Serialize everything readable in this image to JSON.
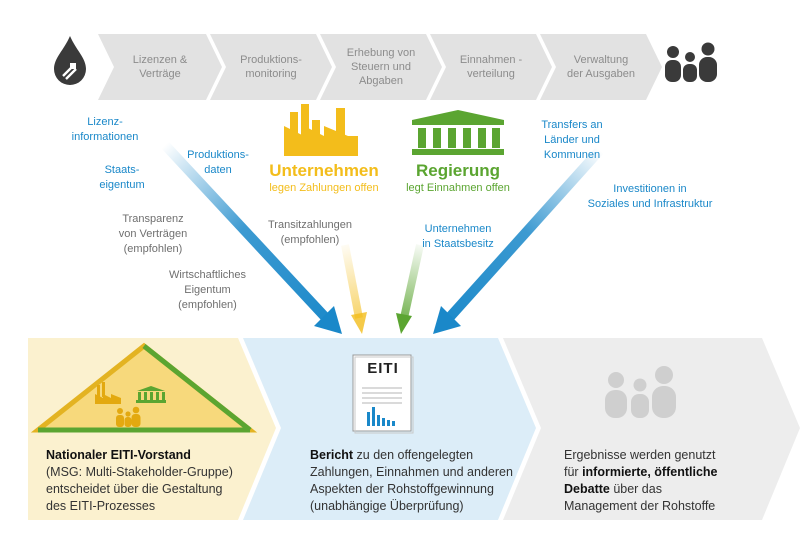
{
  "steps": [
    {
      "line1": "Lizenzen &",
      "line2": "Verträge"
    },
    {
      "line1": "Produktions-",
      "line2": "monitoring"
    },
    {
      "line1": "Erhebung von",
      "line2": "Steuern und",
      "line3": "Abgaben"
    },
    {
      "line1": "Einnahmen -",
      "line2": "verteilung"
    },
    {
      "line1": "Verwaltung",
      "line2": "der Ausgaben"
    }
  ],
  "left_labels": {
    "lizenz": [
      "Lizenz-",
      "informationen"
    ],
    "staat": [
      "Staats-",
      "eigentum"
    ],
    "produktion": [
      "Produktions-",
      "daten"
    ],
    "transparenz": [
      "Transparenz",
      "von Verträgen",
      "(empfohlen)"
    ],
    "wirtschaftlich": [
      "Wirtschaftliches",
      "Eigentum",
      "(empfohlen)"
    ]
  },
  "right_labels": {
    "transfers": [
      "Transfers an",
      "Länder und",
      "Kommunen"
    ],
    "investitionen": [
      "Investitionen in",
      "Soziales und Infrastruktur"
    ]
  },
  "center_labels": {
    "transit": [
      "Transitzahlungen",
      "(empfohlen)"
    ],
    "staatsbesitz": [
      "Unternehmen",
      "in Staatsbesitz"
    ]
  },
  "unternehmen": {
    "title": "Unternehmen",
    "subtitle": "legen Zahlungen offen"
  },
  "regierung": {
    "title": "Regierung",
    "subtitle": "legt Einnahmen offen"
  },
  "eiti_logo": "EITI",
  "panel1": {
    "bold": "Nationaler EITI-Vorstand",
    "line2": "(MSG: Multi-Stakeholder-Gruppe)",
    "line3": "entscheidet über die Gestaltung",
    "line4": "des EITI-Prozesses"
  },
  "panel2": {
    "bold": "Bericht",
    "line1_rest": " zu den offengelegten",
    "line2": "Zahlungen, Einnahmen und anderen",
    "line3": "Aspekten der Rohstoffgewinnung",
    "line4": "(unabhängige Überprüfung)"
  },
  "panel3": {
    "line1": "Ergebnisse werden genutzt",
    "line2_pre": "für ",
    "line2_bold": "informierte, öffentliche",
    "line3_bold": "Debatte",
    "line3_rest": " über das",
    "line4": "Management der Rohstoffe"
  },
  "colors": {
    "blue": "#1a88c9",
    "yellow": "#f3bd1b",
    "green": "#5ba531",
    "grey_chevron": "#e2e2e2",
    "panel_yellow": "#fbf1cf",
    "panel_blue": "#dcedf8",
    "panel_grey": "#ededed"
  }
}
